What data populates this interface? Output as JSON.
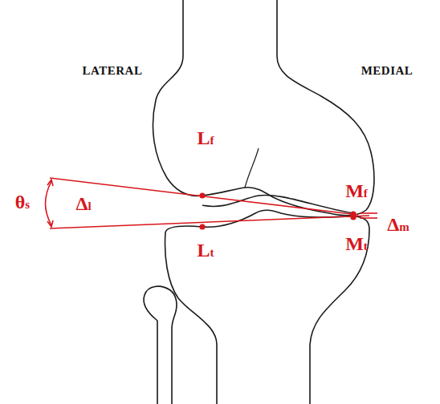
{
  "diagram": {
    "labels": [
      "LATERAL",
      "MEDIAL",
      "Lf",
      "Mf",
      "θs",
      "Δl",
      "Δm",
      "Lt",
      "Mt"
    ]
  }
}
